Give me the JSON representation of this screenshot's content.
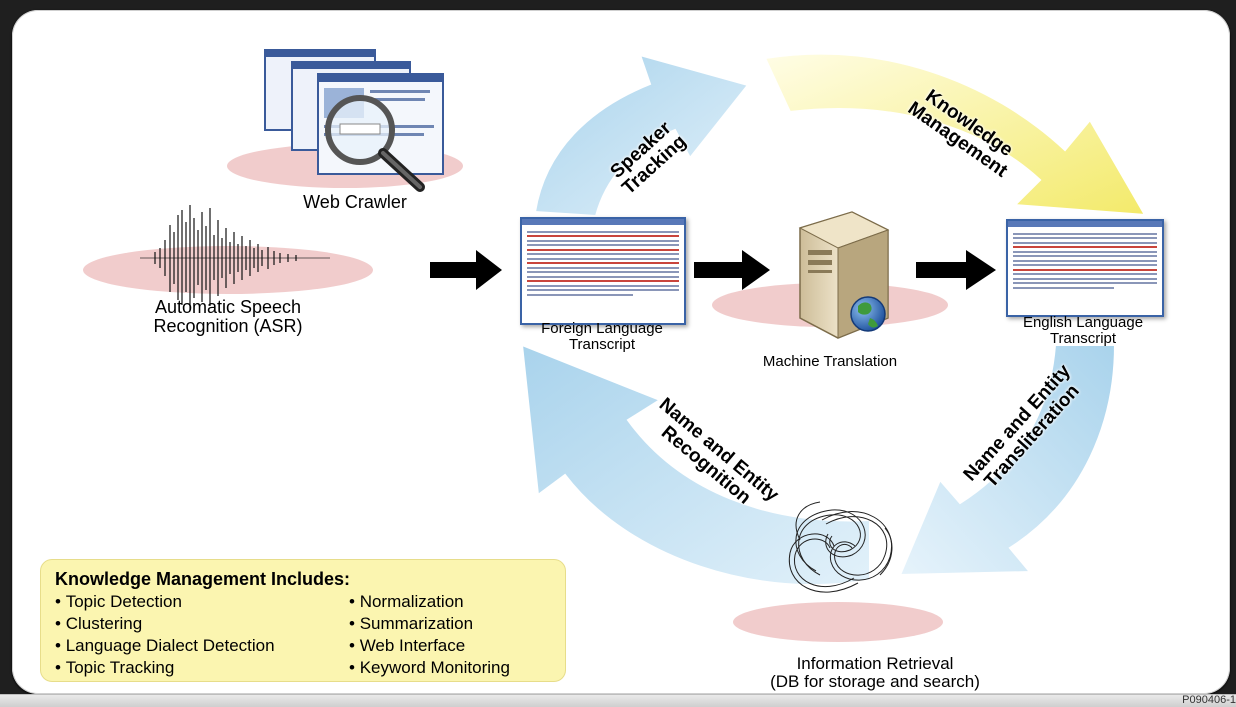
{
  "labels": {
    "web_crawler": "Web Crawler",
    "asr_line1": "Automatic Speech",
    "asr_line2": "Recognition (ASR)",
    "foreign_line1": "Foreign Language",
    "foreign_line2": "Transcript",
    "machine_translation": "Machine Translation",
    "english_line1": "English Language",
    "english_line2": "Transcript",
    "ir_line1": "Information Retrieval",
    "ir_line2": "(DB for storage and search)"
  },
  "arrow_labels": {
    "speaker_line1": "Speaker",
    "speaker_line2": "Tracking",
    "km_line1": "Knowledge",
    "km_line2": "Management",
    "nert_line1": "Name and Entity",
    "nert_line2": "Transliteration",
    "ner_line1": "Name and Entity",
    "ner_line2": "Recognition"
  },
  "km_box": {
    "title": "Knowledge Management Includes:",
    "left_items": [
      "Topic Detection",
      "Clustering",
      "Language Dialect Detection",
      "Topic Tracking"
    ],
    "right_items": [
      "Normalization",
      "Summarization",
      "Web Interface",
      "Keyword Monitoring"
    ]
  },
  "ref_code": "P090406-1",
  "colors": {
    "arrow_blue": "#b9dcef",
    "arrow_yellow": "#f7f19a",
    "pink_disc": "#eec3c3",
    "box_fill": "#fbf5b0",
    "doc_border": "#3a63a6"
  }
}
